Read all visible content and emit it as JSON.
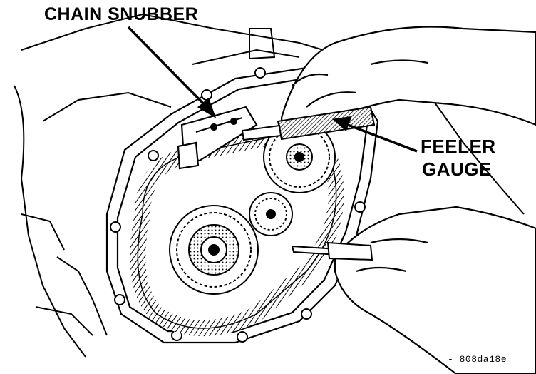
{
  "labels": {
    "chain_snubber": "CHAIN SNUBBER",
    "feeler_gauge_line1": "FEELER",
    "feeler_gauge_line2": "GAUGE",
    "figure_code": "- 808da18e"
  },
  "colors": {
    "ink": "#000000",
    "paper": "#ffffff"
  }
}
